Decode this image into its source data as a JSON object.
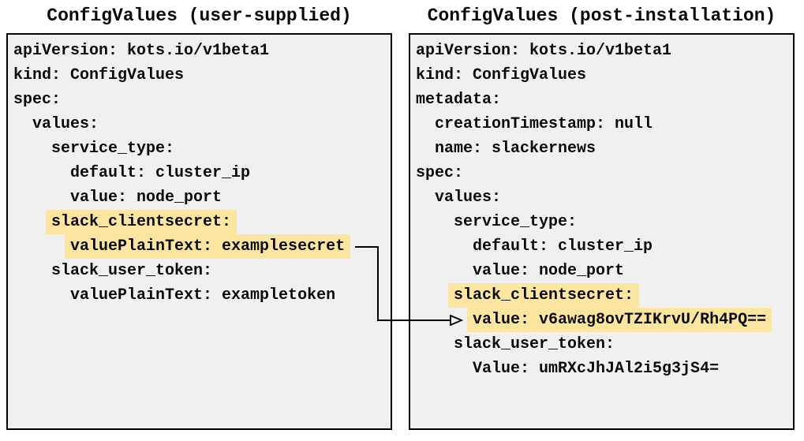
{
  "diagram": {
    "panels": [
      {
        "id": "user-supplied",
        "title": "ConfigValues (user-supplied)",
        "lines": [
          {
            "indent": 0,
            "text": "apiVersion: kots.io/v1beta1",
            "highlight": false
          },
          {
            "indent": 0,
            "text": "kind: ConfigValues",
            "highlight": false
          },
          {
            "indent": 0,
            "text": "spec:",
            "highlight": false
          },
          {
            "indent": 2,
            "text": "values:",
            "highlight": false
          },
          {
            "indent": 4,
            "text": "service_type:",
            "highlight": false
          },
          {
            "indent": 6,
            "text": "default: cluster_ip",
            "highlight": false
          },
          {
            "indent": 6,
            "text": "value: node_port",
            "highlight": false
          },
          {
            "indent": 4,
            "text": "slack_clientsecret:",
            "highlight": true
          },
          {
            "indent": 6,
            "text": "valuePlainText: examplesecret",
            "highlight": true
          },
          {
            "indent": 4,
            "text": "slack_user_token:",
            "highlight": false
          },
          {
            "indent": 6,
            "text": "valuePlainText: exampletoken",
            "highlight": false
          }
        ]
      },
      {
        "id": "post-installation",
        "title": "ConfigValues (post-installation)",
        "lines": [
          {
            "indent": 0,
            "text": "apiVersion: kots.io/v1beta1",
            "highlight": false
          },
          {
            "indent": 0,
            "text": "kind: ConfigValues",
            "highlight": false
          },
          {
            "indent": 0,
            "text": "metadata:",
            "highlight": false
          },
          {
            "indent": 2,
            "text": "creationTimestamp: null",
            "highlight": false
          },
          {
            "indent": 2,
            "text": "name: slackernews",
            "highlight": false
          },
          {
            "indent": 0,
            "text": "spec:",
            "highlight": false
          },
          {
            "indent": 2,
            "text": "values:",
            "highlight": false
          },
          {
            "indent": 4,
            "text": "service_type:",
            "highlight": false
          },
          {
            "indent": 6,
            "text": "default: cluster_ip",
            "highlight": false
          },
          {
            "indent": 6,
            "text": "value: node_port",
            "highlight": false
          },
          {
            "indent": 4,
            "text": "slack_clientsecret:",
            "highlight": true
          },
          {
            "indent": 6,
            "text": "value: v6awag8ovTZIKrvU/Rh4PQ==",
            "highlight": true
          },
          {
            "indent": 4,
            "text": "slack_user_token:",
            "highlight": false
          },
          {
            "indent": 6,
            "text": "Value: umRXcJhJAl2i5g3jS4=",
            "highlight": false
          }
        ]
      }
    ],
    "arrow": {
      "from_text": "valuePlainText: examplesecret",
      "to_text": "value: v6awag8ovTZIKrvU/Rh4PQ=="
    },
    "colors": {
      "highlight": "#FBE5A0",
      "panel_bg": "#F0F0F0",
      "panel_border": "#000000",
      "text": "#0A0A0A"
    }
  }
}
